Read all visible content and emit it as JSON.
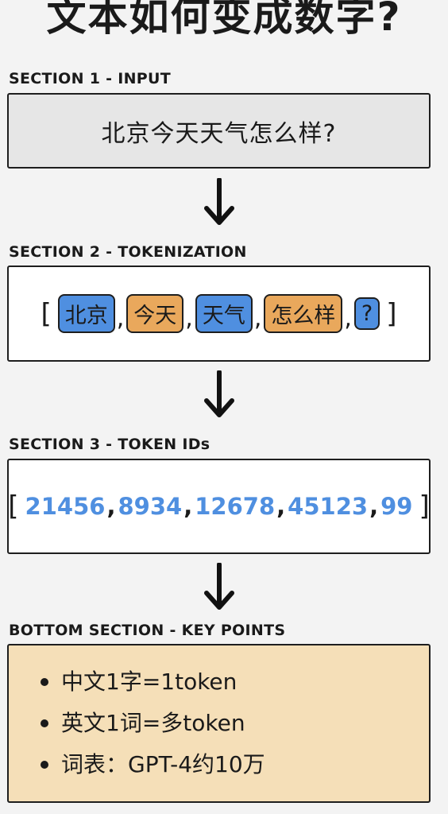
{
  "title": "文本如何变成数字?",
  "sections": {
    "input": {
      "label": "SECTION 1 - INPUT",
      "text": "北京今天天气怎么样?"
    },
    "tokenization": {
      "label": "SECTION 2 - TOKENIZATION",
      "open_bracket": "[",
      "close_bracket": "]",
      "separator": ",",
      "tokens": [
        {
          "text": "北京",
          "color": "blue"
        },
        {
          "text": "今天",
          "color": "orange"
        },
        {
          "text": "天气",
          "color": "blue"
        },
        {
          "text": "怎么样",
          "color": "orange"
        },
        {
          "text": "?",
          "color": "blue"
        }
      ]
    },
    "token_ids": {
      "label": "SECTION 3 - TOKEN IDs",
      "open_bracket": "[",
      "close_bracket": "]",
      "separator": ",",
      "ids": [
        "21456",
        "8934",
        "12678",
        "45123",
        "99"
      ]
    },
    "key_points": {
      "label": "BOTTOM SECTION - KEY POINTS",
      "items": [
        "中文1字=1token",
        "英文1词=多token",
        "词表：GPT-4约10万"
      ]
    }
  },
  "colors": {
    "blue": "#4f8fe0",
    "orange": "#e9a85c",
    "input_bg": "#e6e6e6",
    "points_bg": "#f5dfb8"
  }
}
